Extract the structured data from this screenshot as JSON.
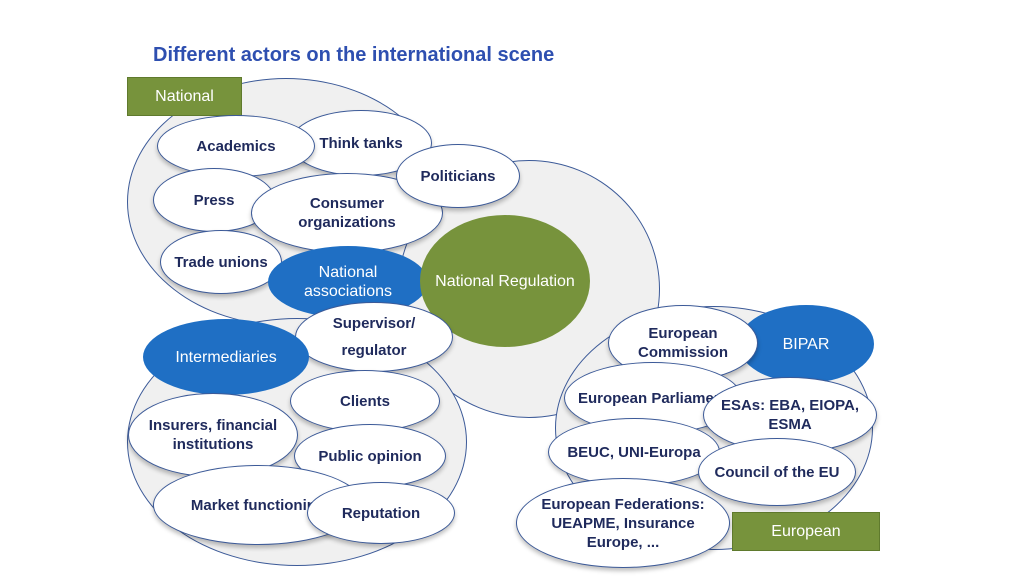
{
  "title": "Different actors on the international scene",
  "tags": {
    "national": "National",
    "european": "European"
  },
  "nodes": {
    "academics": "Academics",
    "think_tanks": "Think tanks",
    "politicians": "Politicians",
    "press": "Press",
    "consumer_organizations": "Consumer organizations",
    "trade_unions": "Trade unions",
    "national_associations": "National associations",
    "national_regulation": "National Regulation",
    "supervisor_regulator": "Supervisor/ regulator",
    "intermediaries": "Intermediaries",
    "clients": "Clients",
    "insurers": "Insurers, financial institutions",
    "public_opinion": "Public opinion",
    "market_functioning": "Market functioning",
    "reputation": "Reputation",
    "european_commission": "European Commission",
    "bipar": "BIPAR",
    "european_parliament": "European Parliament",
    "esas": "ESAs: EBA, EIOPA, ESMA",
    "beuc": "BEUC, UNI-Europa",
    "council_eu": "Council of the EU",
    "european_federations": "European Federations: UEAPME, Insurance Europe, ..."
  },
  "colors": {
    "title": "#2e4fb0",
    "green": "#77933c",
    "blue": "#1f6fc4",
    "outline": "#3c5a98",
    "circle_fill": "#f0f0f0"
  }
}
